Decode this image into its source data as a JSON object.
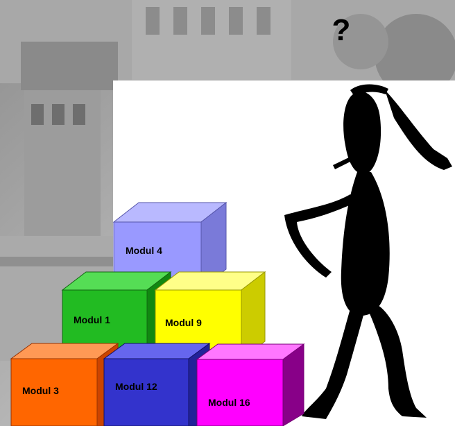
{
  "question_mark": "?",
  "modules": [
    {
      "label": "Modul 4",
      "front": "#9999ff",
      "top": "#b9b9ff",
      "side": "#7a7ad9"
    },
    {
      "label": "Modul 1",
      "front": "#22bb22",
      "top": "#55dd55",
      "side": "#118811"
    },
    {
      "label": "Modul 9",
      "front": "#ffff00",
      "top": "#ffff88",
      "side": "#cccc00"
    },
    {
      "label": "Modul 3",
      "front": "#ff6600",
      "top": "#ff9955",
      "side": "#cc4400"
    },
    {
      "label": "Modul 12",
      "front": "#3333cc",
      "top": "#6666ee",
      "side": "#222299"
    },
    {
      "label": "Modul 16",
      "front": "#ff00ff",
      "top": "#ff77ff",
      "side": "#880088"
    }
  ],
  "figure": "thinking-person-icon"
}
